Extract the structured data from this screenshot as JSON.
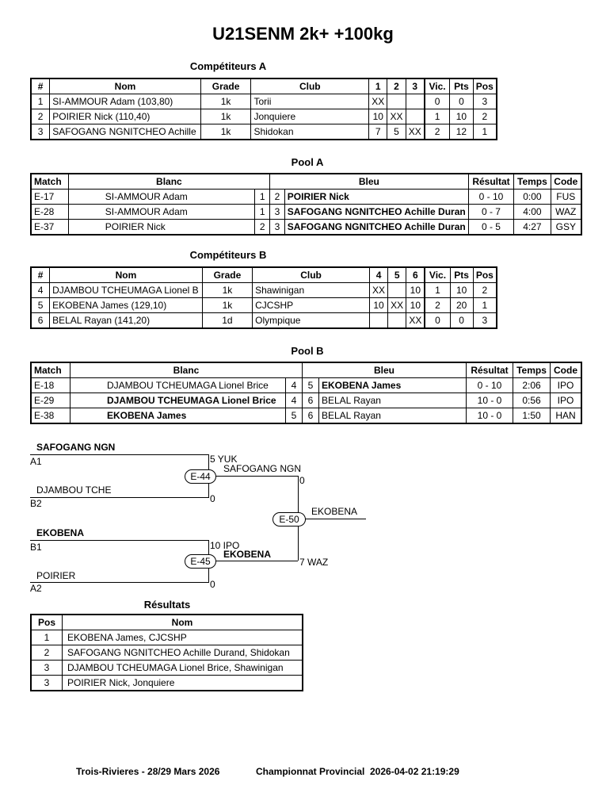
{
  "title": "U21SENM 2k+ +100kg",
  "competitors_a": {
    "heading": "Compétiteurs A",
    "headers": [
      "#",
      "Nom",
      "Grade",
      "Club",
      "1",
      "2",
      "3",
      "Vic.",
      "Pts",
      "Pos"
    ],
    "rows": [
      {
        "n": "1",
        "nom": "SI-AMMOUR Adam (103,80)",
        "grade": "1k",
        "club": "Torii",
        "r1": "XX",
        "r2": "",
        "r3": "",
        "vic": "0",
        "pts": "0",
        "pos": "3"
      },
      {
        "n": "2",
        "nom": "POIRIER Nick (110,40)",
        "grade": "1k",
        "club": "Jonquiere",
        "r1": "10",
        "r2": "XX",
        "r3": "",
        "vic": "1",
        "pts": "10",
        "pos": "2"
      },
      {
        "n": "3",
        "nom": "SAFOGANG NGNITCHEO Achille",
        "grade": "1k",
        "club": "Shidokan",
        "r1": "7",
        "r2": "5",
        "r3": "XX",
        "vic": "2",
        "pts": "12",
        "pos": "1"
      }
    ]
  },
  "pool_a": {
    "heading": "Pool A",
    "headers": [
      "Match",
      "Blanc",
      "Bleu",
      "Résultat",
      "Temps",
      "Code"
    ],
    "rows": [
      {
        "match": "E-17",
        "blanc": "SI-AMMOUR Adam",
        "bn": "1",
        "rn": "2",
        "bleu": "POIRIER Nick",
        "res": "0 - 10",
        "temps": "0:00",
        "code": "FUS",
        "win": "bleu"
      },
      {
        "match": "E-28",
        "blanc": "SI-AMMOUR Adam",
        "bn": "1",
        "rn": "3",
        "bleu": "SAFOGANG NGNITCHEO Achille Duran",
        "res": "0 - 7",
        "temps": "4:00",
        "code": "WAZ",
        "win": "bleu"
      },
      {
        "match": "E-37",
        "blanc": "POIRIER Nick",
        "bn": "2",
        "rn": "3",
        "bleu": "SAFOGANG NGNITCHEO Achille Duran",
        "res": "0 - 5",
        "temps": "4:27",
        "code": "GSY",
        "win": "bleu"
      }
    ]
  },
  "competitors_b": {
    "heading": "Compétiteurs B",
    "headers": [
      "#",
      "Nom",
      "Grade",
      "Club",
      "4",
      "5",
      "6",
      "Vic.",
      "Pts",
      "Pos"
    ],
    "rows": [
      {
        "n": "4",
        "nom": "DJAMBOU TCHEUMAGA Lionel B",
        "grade": "1k",
        "club": "Shawinigan",
        "r1": "XX",
        "r2": "",
        "r3": "10",
        "vic": "1",
        "pts": "10",
        "pos": "2"
      },
      {
        "n": "5",
        "nom": "EKOBENA James (129,10)",
        "grade": "1k",
        "club": "CJCSHP",
        "r1": "10",
        "r2": "XX",
        "r3": "10",
        "vic": "2",
        "pts": "20",
        "pos": "1"
      },
      {
        "n": "6",
        "nom": "BELAL Rayan (141,20)",
        "grade": "1d",
        "club": "Olympique",
        "r1": "",
        "r2": "",
        "r3": "XX",
        "vic": "0",
        "pts": "0",
        "pos": "3"
      }
    ]
  },
  "pool_b": {
    "heading": "Pool B",
    "headers": [
      "Match",
      "Blanc",
      "Bleu",
      "Résultat",
      "Temps",
      "Code"
    ],
    "rows": [
      {
        "match": "E-18",
        "blanc": "DJAMBOU TCHEUMAGA Lionel Brice",
        "bn": "4",
        "rn": "5",
        "bleu": "EKOBENA James",
        "res": "0 - 10",
        "temps": "2:06",
        "code": "IPO",
        "win": "bleu"
      },
      {
        "match": "E-29",
        "blanc": "DJAMBOU TCHEUMAGA Lionel Brice",
        "bn": "4",
        "rn": "6",
        "bleu": "BELAL Rayan",
        "res": "10 - 0",
        "temps": "0:56",
        "code": "IPO",
        "win": "blanc"
      },
      {
        "match": "E-38",
        "blanc": "EKOBENA James",
        "bn": "5",
        "rn": "6",
        "bleu": "BELAL Rayan",
        "res": "10 - 0",
        "temps": "1:50",
        "code": "HAN",
        "win": "blanc"
      }
    ]
  },
  "bracket": {
    "sf1_top_name": "SAFOGANG NGN",
    "sf1_top_seed": "A1",
    "sf1_top_score": "5 YUK",
    "sf1_bottom_name": "DJAMBOU TCHE",
    "sf1_bottom_seed": "B2",
    "sf1_bottom_score": "0",
    "sf1_match": "E-44",
    "sf1_winner": "SAFOGANG NGN",
    "sf1_winner_score": "0",
    "sf2_top_name": "EKOBENA",
    "sf2_top_seed": "B1",
    "sf2_top_score": "10 IPO",
    "sf2_bottom_name": "POIRIER",
    "sf2_bottom_seed": "A2",
    "sf2_bottom_score": "0",
    "sf2_match": "E-45",
    "sf2_winner": "EKOBENA",
    "sf2_winner_score": "7 WAZ",
    "final_match": "E-50",
    "final_winner": "EKOBENA"
  },
  "results": {
    "heading": "Résultats",
    "headers": [
      "Pos",
      "Nom"
    ],
    "rows": [
      {
        "pos": "1",
        "nom": "EKOBENA James, CJCSHP"
      },
      {
        "pos": "2",
        "nom": "SAFOGANG NGNITCHEO Achille Durand, Shidokan"
      },
      {
        "pos": "3",
        "nom": "DJAMBOU TCHEUMAGA Lionel Brice, Shawinigan"
      },
      {
        "pos": "3",
        "nom": "POIRIER Nick, Jonquiere"
      }
    ]
  },
  "footer": {
    "location": "Trois-Rivieres - 28/29 Mars 2026",
    "event": "Championnat Provincial",
    "timestamp": "2026-04-02 21:19:29"
  }
}
